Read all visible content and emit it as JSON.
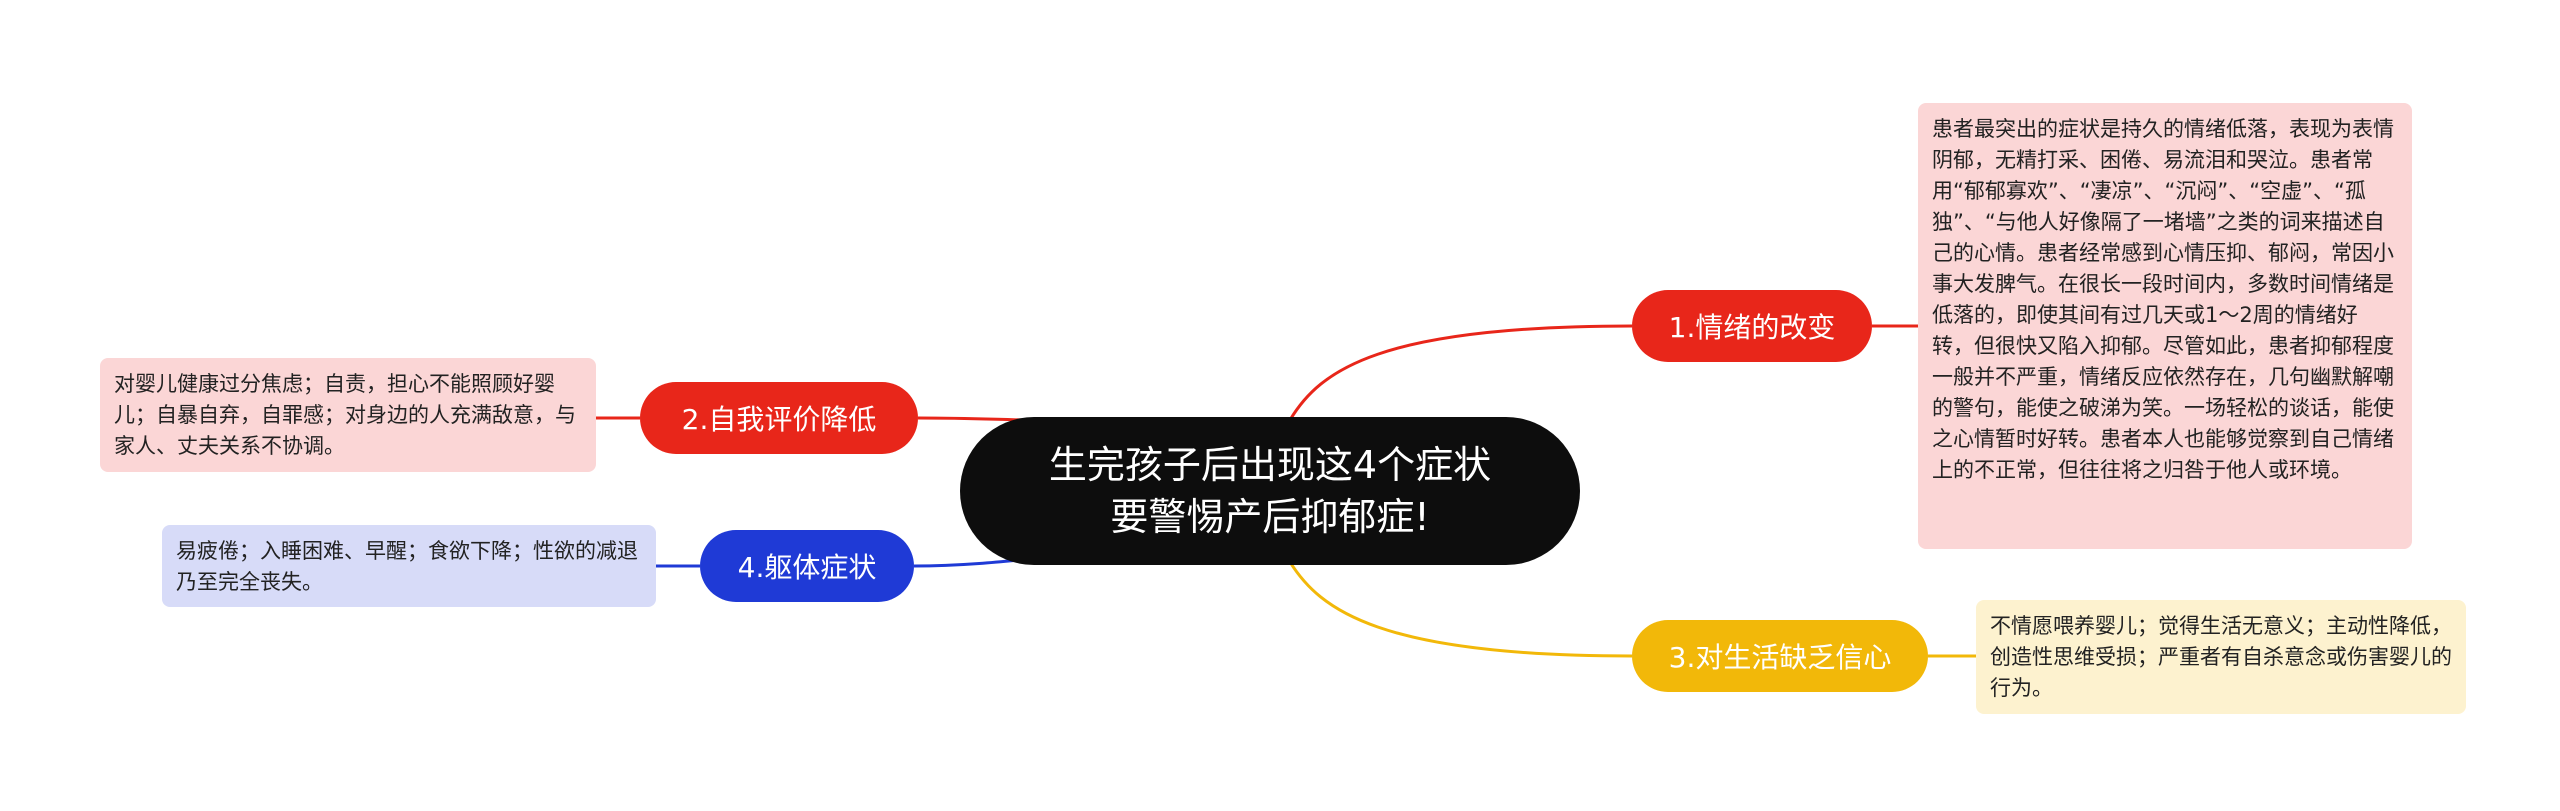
{
  "root": {
    "title_line1": "生完孩子后出现这4个症状",
    "title_line2": "要警惕产后抑郁症!"
  },
  "branches": [
    {
      "label": "1.情绪的改变",
      "color": "#e8261a",
      "detail": "患者最突出的症状是持久的情绪低落，表现为表情阴郁，无精打采、困倦、易流泪和哭泣。患者常用“郁郁寡欢”、“凄凉”、“沉闷”、“空虚”、“孤独”、“与他人好像隔了一堵墙”之类的词来描述自己的心情。患者经常感到心情压抑、郁闷，常因小事大发脾气。在很长一段时间内，多数时间情绪是低落的，即使其间有过几天或1～2周的情绪好转，但很快又陷入抑郁。尽管如此，患者抑郁程度一般并不严重，情绪反应依然存在，几句幽默解嘲的警句，能使之破涕为笑。一场轻松的谈话，能使之心情暂时好转。患者本人也能够觉察到自己情绪上的不正常，但往往将之归咎于他人或环境。",
      "detail_color": "#fbd6d6"
    },
    {
      "label": "2.自我评价降低",
      "color": "#e8261a",
      "detail": "对婴儿健康过分焦虑；自责，担心不能照顾好婴儿；自暴自弃，自罪感；对身边的人充满敌意，与家人、丈夫关系不协调。",
      "detail_color": "#fbd6d6"
    },
    {
      "label": "3.对生活缺乏信心",
      "color": "#f2b809",
      "detail": "不情愿喂养婴儿；觉得生活无意义；主动性降低，创造性思维受损；严重者有自杀意念或伤害婴儿的行为。",
      "detail_color": "#fdf2cf"
    },
    {
      "label": "4.躯体症状",
      "color": "#1f3ad6",
      "detail": "易疲倦；入睡困难、早醒；食欲下降；性欲的减退乃至完全丧失。",
      "detail_color": "#d7dbf8"
    }
  ]
}
